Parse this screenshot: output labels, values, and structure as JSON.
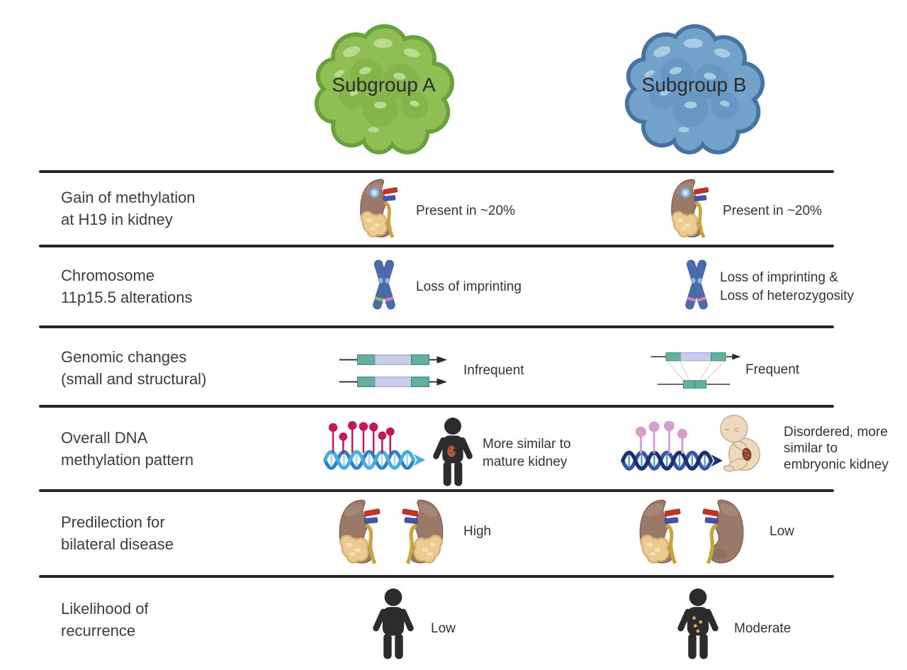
{
  "header": {
    "subgroup_a_label": "Subgroup A",
    "subgroup_b_label": "Subgroup B"
  },
  "rows": [
    {
      "id": "h19-methylation",
      "label": [
        "Gain of methylation",
        "at H19 in kidney"
      ],
      "a": {
        "icon": "kidney-methylation-icon",
        "text": [
          "Present in ~20%"
        ]
      },
      "b": {
        "icon": "kidney-methylation-icon",
        "text": [
          "Present in ~20%"
        ]
      }
    },
    {
      "id": "chromosome-11p15-alterations",
      "label": [
        "Chromosome",
        "11p15.5 alterations"
      ],
      "a": {
        "icon": "chromosome-icon",
        "text": [
          "Loss of imprinting"
        ]
      },
      "b": {
        "icon": "chromosome-icon",
        "text": [
          "Loss of imprinting &",
          "Loss of heterozygosity"
        ]
      }
    },
    {
      "id": "genomic-changes",
      "label": [
        "Genomic changes",
        "(small and structural)"
      ],
      "a": {
        "icon": "gene-cassettes-icon",
        "text": [
          "Infrequent"
        ]
      },
      "b": {
        "icon": "gene-deletion-icon",
        "text": [
          "Frequent"
        ]
      }
    },
    {
      "id": "dna-methylation-pattern",
      "label": [
        "Overall DNA",
        "methylation pattern"
      ],
      "a": {
        "icon": "dna-methylation-person-icon",
        "text": [
          "More similar to",
          "mature kidney"
        ]
      },
      "b": {
        "icon": "dna-methylation-fetus-icon",
        "text": [
          "Disordered, more",
          "similar to",
          "embryonic kidney"
        ]
      }
    },
    {
      "id": "bilateral-disease",
      "label": [
        "Predilection for",
        "bilateral disease"
      ],
      "a": {
        "icon": "kidneys-bilateral-tumor-icon",
        "text": [
          "High"
        ]
      },
      "b": {
        "icon": "kidneys-unilateral-tumor-icon",
        "text": [
          "Low"
        ]
      }
    },
    {
      "id": "recurrence",
      "label": [
        "Likelihood of",
        "recurrence"
      ],
      "a": {
        "icon": "person-icon",
        "text": [
          "Low"
        ]
      },
      "b": {
        "icon": "person-recurrence-icon",
        "text": [
          "Moderate"
        ]
      }
    }
  ],
  "colors": {
    "subgroup_a_green": "#8fbe55",
    "subgroup_b_blue": "#72a1c9",
    "divider": "#262626",
    "label_text": "#3c3c3c",
    "value_text": "#333333",
    "kidney_brown": "#9b7969",
    "tumor_tan": "#eccb92",
    "chromosome_blue": "#4a6cad",
    "band_green": "#8cc152",
    "band_pink": "#d883b5",
    "gene_teal": "#64b0a0",
    "gene_lavender": "#c9cdeb",
    "dna_light_blue": "#49ace0",
    "dna_navy": "#1e2f6e",
    "methyl_crimson": "#c2185b",
    "methyl_pink": "#d49fca",
    "person_black": "#2c2c2c"
  }
}
